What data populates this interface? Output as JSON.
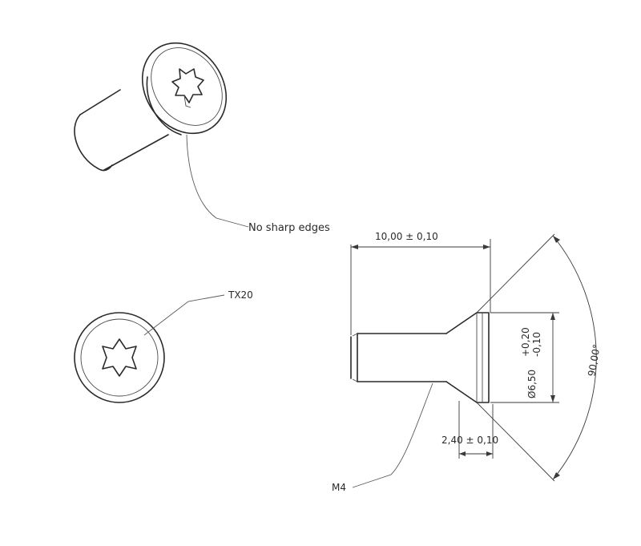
{
  "annotations": {
    "edges_note": "No sharp edges",
    "drive": "TX20",
    "thread": "M4"
  },
  "dimensions": {
    "length": "10,00 ± 0,10",
    "head_height": "2,40 ± 0,10",
    "head_diameter": "Ø6,50",
    "head_diameter_tol_upper": "+0,20",
    "head_diameter_tol_lower": "-0,10",
    "countersink_angle": "90,00°"
  }
}
